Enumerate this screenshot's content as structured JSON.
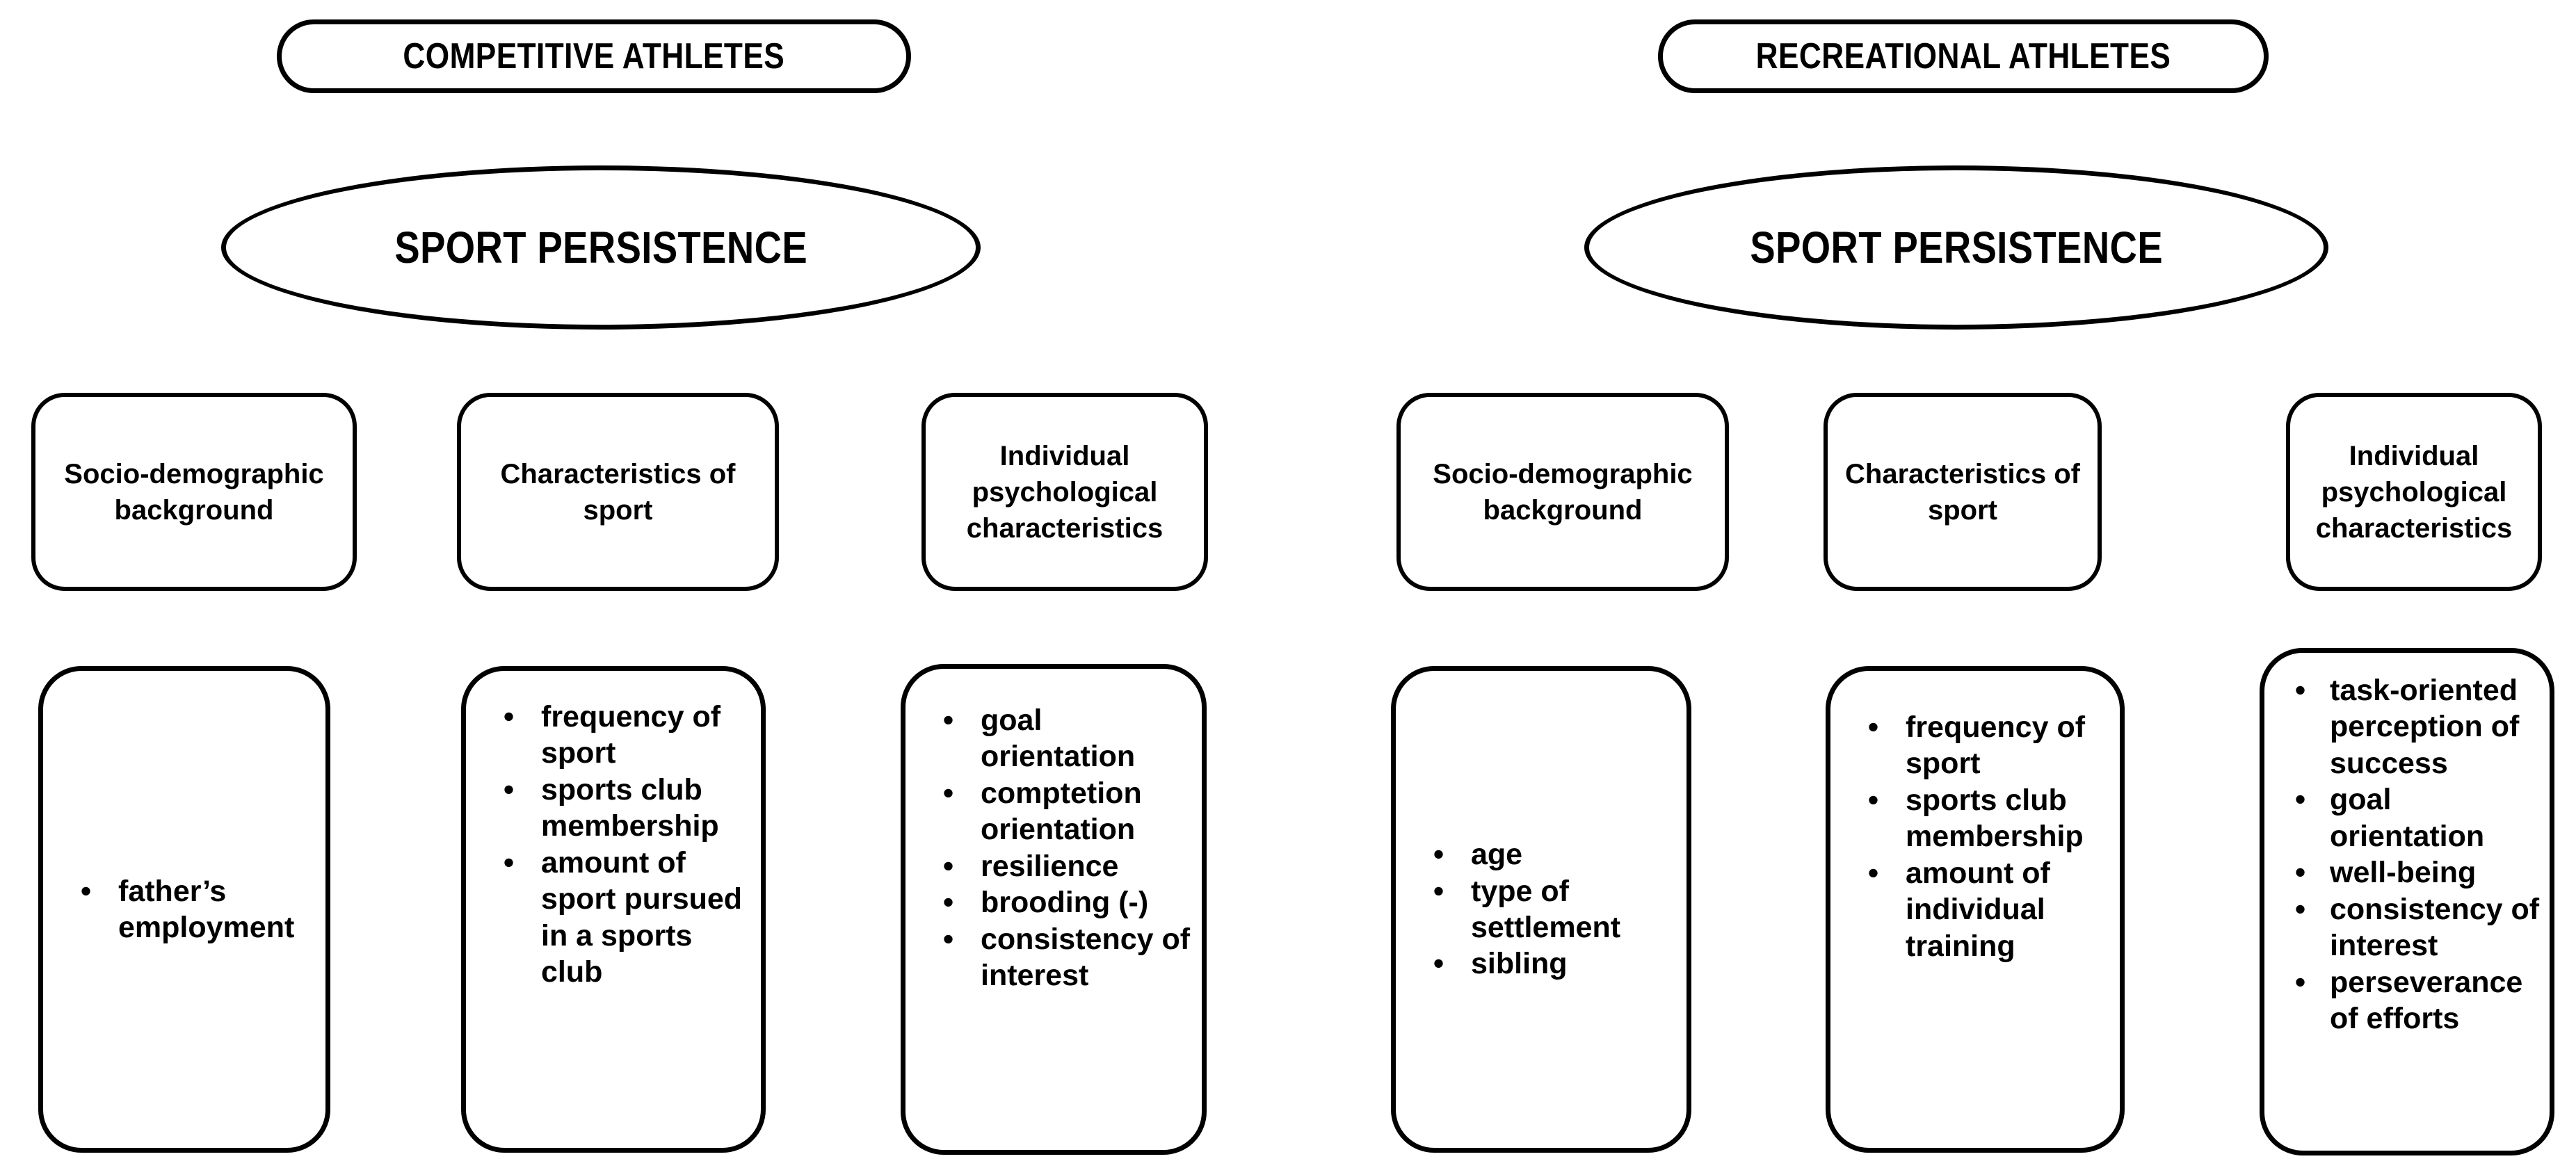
{
  "colors": {
    "ink": "#000000",
    "paper": "#ffffff"
  },
  "groups": [
    {
      "pill": "COMPETITIVE ATHLETES",
      "ellipse": "SPORT PERSISTENCE",
      "headers": [
        {
          "label": "Socio-demographic background",
          "lines": [
            "Socio-demographic",
            "background"
          ]
        },
        {
          "label": "Characteristics of sport",
          "lines": [
            "Characteristics of",
            "sport"
          ]
        },
        {
          "label": "Individual psychological characteristics",
          "lines": [
            "Individual",
            "psychological",
            "characteristics"
          ]
        }
      ],
      "details": [
        {
          "items": [
            "father’s employment"
          ]
        },
        {
          "items": [
            "frequency of sport",
            "sports club membership",
            "amount of sport pursued in a sports club"
          ]
        },
        {
          "items": [
            "goal orientation",
            "comptetion orientation",
            "resilience",
            "brooding (-)",
            "consistency of interest"
          ]
        }
      ]
    },
    {
      "pill": "RECREATIONAL ATHLETES",
      "ellipse": "SPORT PERSISTENCE",
      "headers": [
        {
          "label": "Socio-demographic background",
          "lines": [
            "Socio-demographic",
            "background"
          ]
        },
        {
          "label": "Characteristics of sport",
          "lines": [
            "Characteristics of",
            "sport"
          ]
        },
        {
          "label": "Individual psychological characteristics",
          "lines": [
            "Individual",
            "psychological",
            "characteristics"
          ]
        }
      ],
      "details": [
        {
          "items": [
            "age",
            "type of settlement",
            "sibling"
          ]
        },
        {
          "items": [
            "frequency of sport",
            "sports club membership",
            "amount of individual training"
          ]
        },
        {
          "items": [
            "task-oriented perception of success",
            "goal orientation",
            "well-being",
            "consistency of interest",
            "perseverance of efforts"
          ]
        }
      ]
    }
  ]
}
